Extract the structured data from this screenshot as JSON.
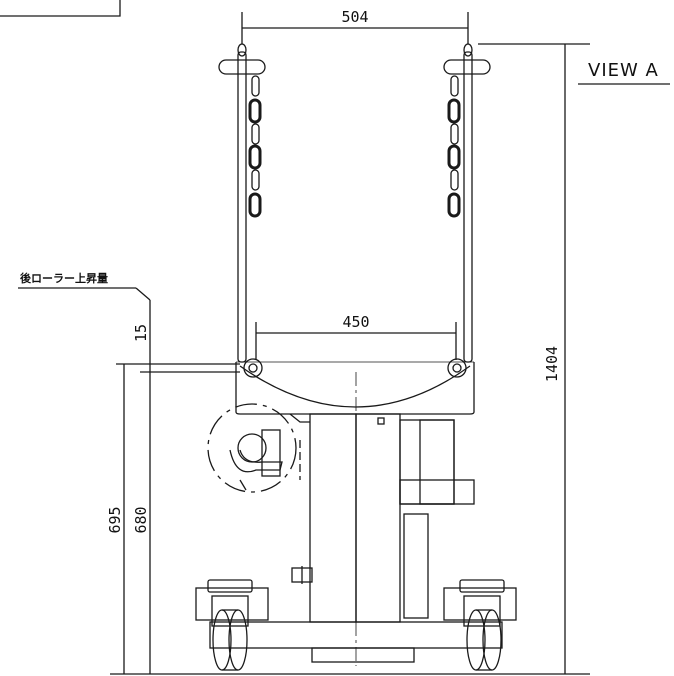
{
  "view_label": "VIEW A",
  "roller_lift_label": "後ローラー上昇量",
  "dimensions": {
    "top_width": "504",
    "inner_width": "450",
    "total_height": "1404",
    "roller_lift": "15",
    "height_695": "695",
    "height_680": "680"
  },
  "colors": {
    "line": "#1a1a1a",
    "background": "#ffffff"
  }
}
